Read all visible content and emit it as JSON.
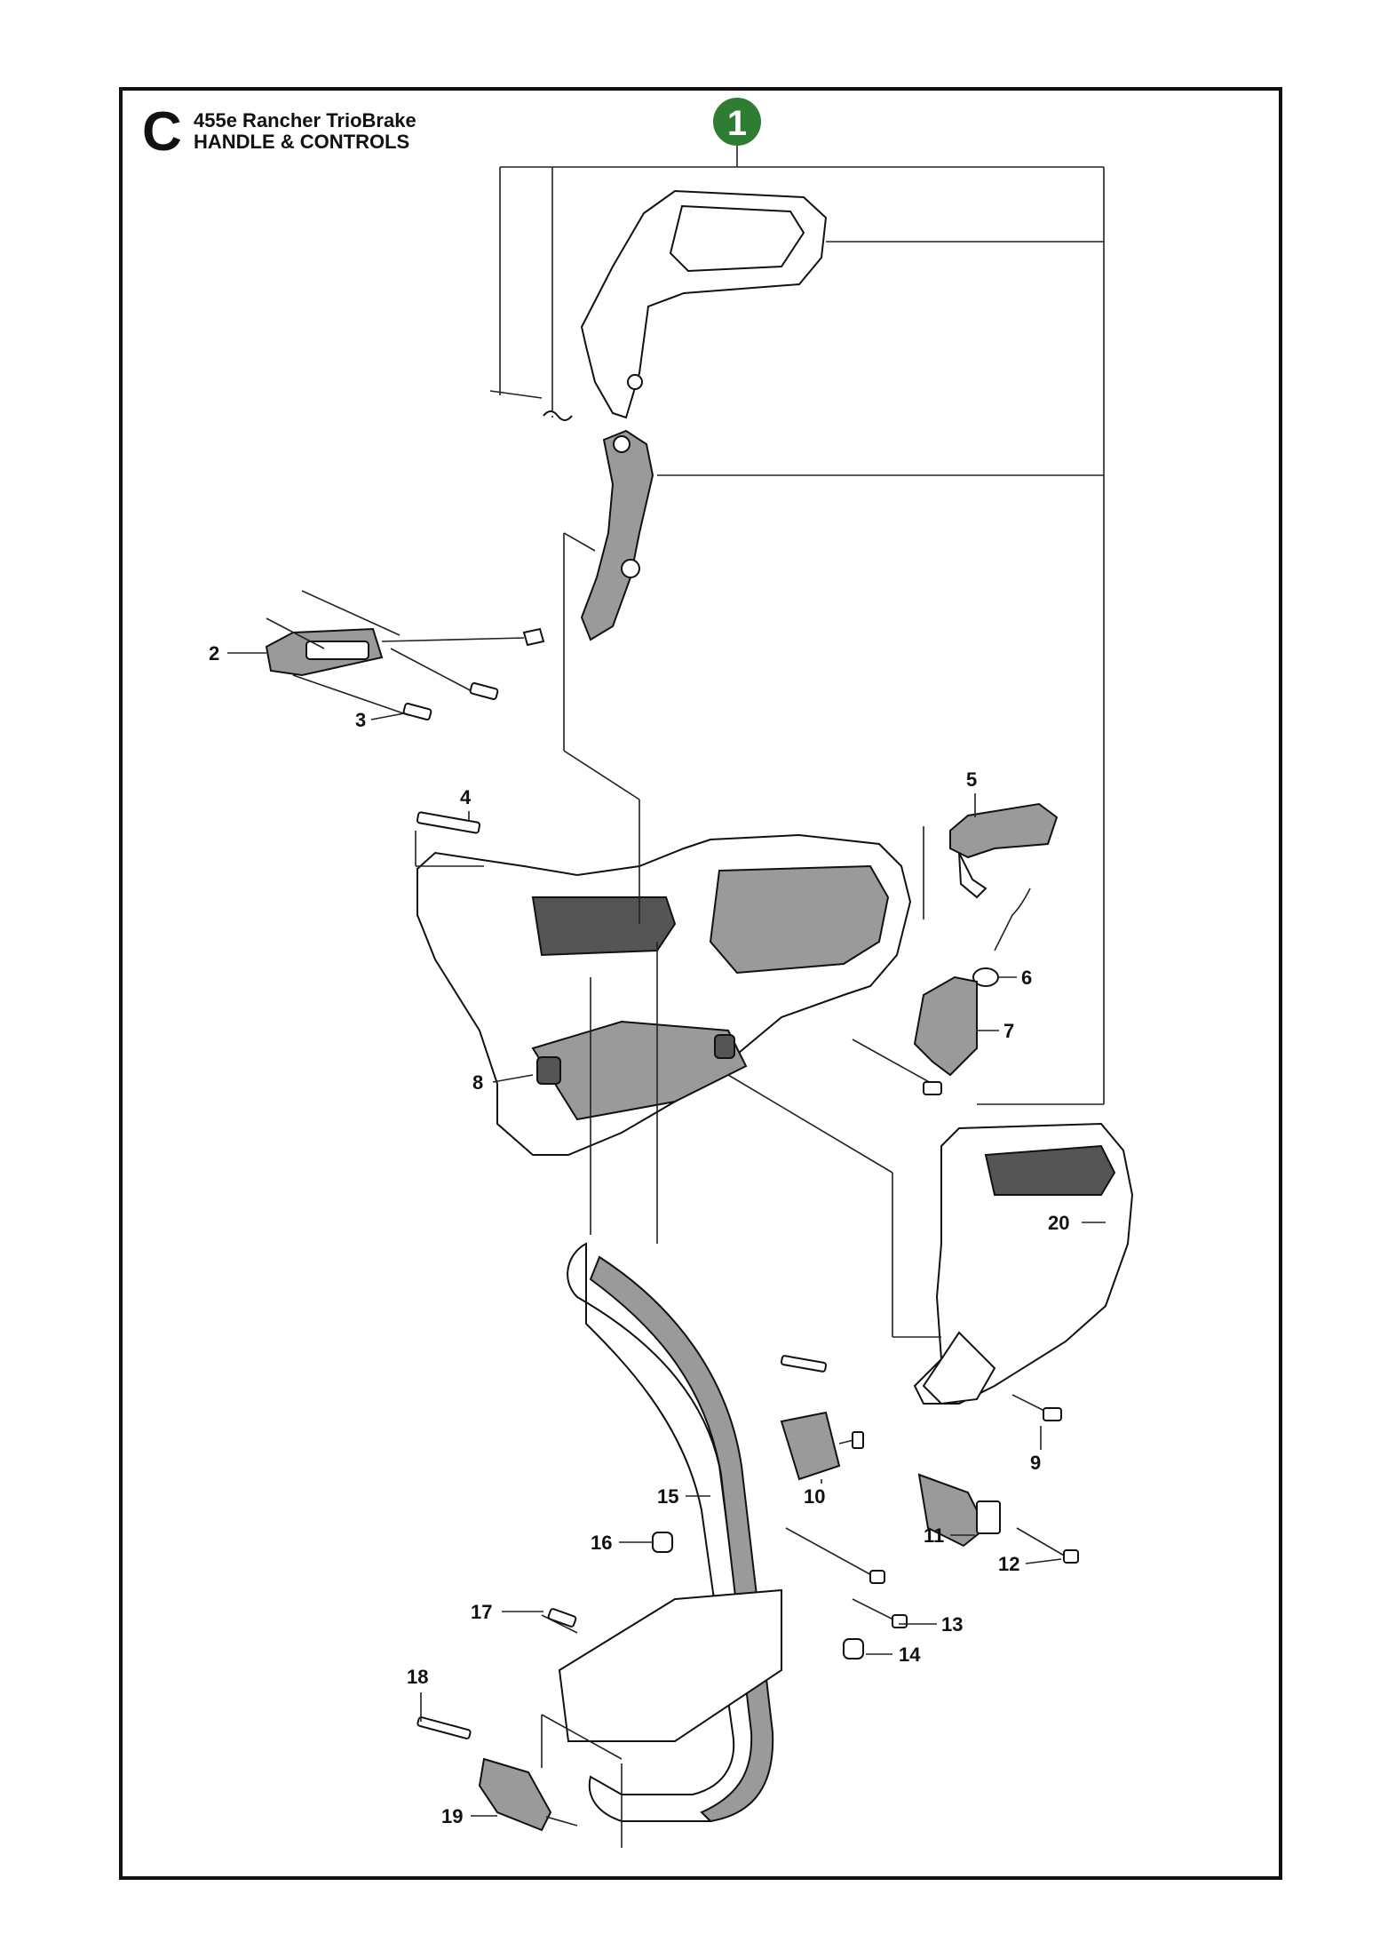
{
  "header": {
    "section_letter": "C",
    "model": "455e Rancher TrioBrake",
    "subtitle": "HANDLE & CONTROLS"
  },
  "badge": {
    "label": "1",
    "color": "#2e7d32"
  },
  "callouts": [
    "2",
    "3",
    "4",
    "5",
    "6",
    "7",
    "8",
    "9",
    "10",
    "11",
    "12",
    "13",
    "14",
    "15",
    "16",
    "17",
    "18",
    "19",
    "20"
  ]
}
